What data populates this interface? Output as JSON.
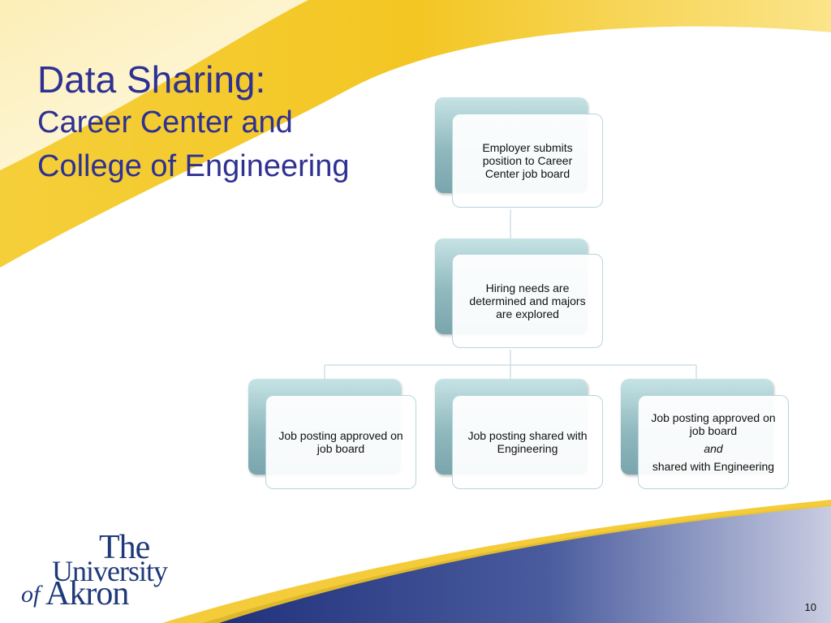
{
  "slide": {
    "title_line1": "Data Sharing:",
    "title_line2": "Career Center and",
    "title_line3": "College of Engineering",
    "page_number": "10",
    "colors": {
      "title": "#2e3192",
      "swoosh_yellow": "#f3c623",
      "swoosh_blue": "#2b3f8c",
      "node_fill": "#8fb9be"
    }
  },
  "diagram": {
    "nodes": [
      {
        "id": "employer-submits",
        "text": "Employer submits position to Career Center job board"
      },
      {
        "id": "hiring-needs",
        "text": "Hiring needs are determined and majors are explored"
      },
      {
        "id": "approved-job-board",
        "text": "Job posting approved on job board"
      },
      {
        "id": "shared-engineering",
        "text": "Job posting shared with Engineering"
      },
      {
        "id": "approved-and-shared",
        "line1": "Job posting approved on job board",
        "line2": "and",
        "line3": "shared with Engineering"
      }
    ],
    "edges": [
      {
        "from": "employer-submits",
        "to": "hiring-needs"
      },
      {
        "from": "hiring-needs",
        "to": "approved-job-board"
      },
      {
        "from": "hiring-needs",
        "to": "shared-engineering"
      },
      {
        "from": "hiring-needs",
        "to": "approved-and-shared"
      }
    ]
  },
  "logo": {
    "line1": "The",
    "line2": "University",
    "line3_of": "of",
    "line3_name": "Akron"
  }
}
